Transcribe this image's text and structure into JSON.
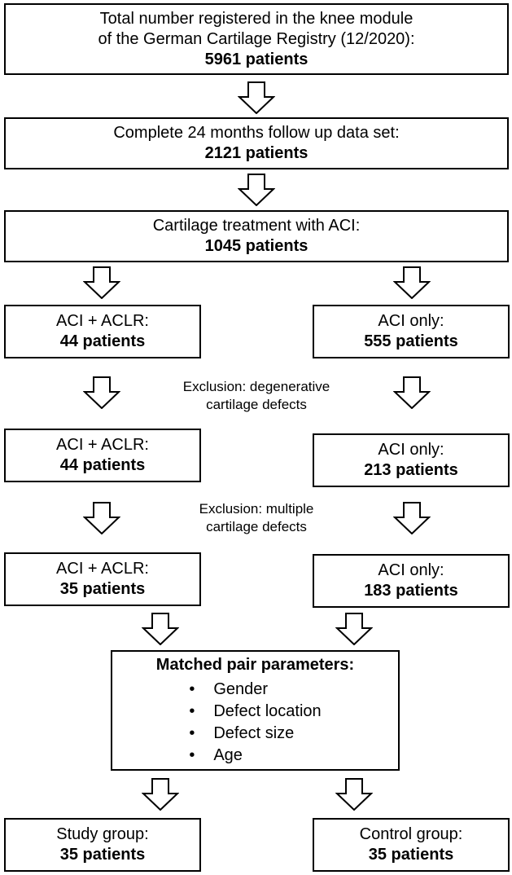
{
  "boxes": {
    "registry": {
      "line1": "Total number registered in the knee module",
      "line2": "of the German Cartilage Registry (12/2020):",
      "count": "5961 patients"
    },
    "followup": {
      "label": "Complete 24 months follow up data set:",
      "count": "2121 patients"
    },
    "aci": {
      "label": "Cartilage treatment with ACI:",
      "count": "1045 patients"
    },
    "aclr1": {
      "label": "ACI + ACLR:",
      "count": "44 patients"
    },
    "acionly1": {
      "label": "ACI only:",
      "count": "555 patients"
    },
    "aclr2": {
      "label": "ACI + ACLR:",
      "count": "44 patients"
    },
    "acionly2": {
      "label": "ACI only:",
      "count": "213 patients"
    },
    "aclr3": {
      "label": "ACI + ACLR:",
      "count": "35 patients"
    },
    "acionly3": {
      "label": "ACI only:",
      "count": "183 patients"
    },
    "matched": {
      "title": "Matched pair parameters:",
      "items": [
        "Gender",
        "Defect location",
        "Defect size",
        "Age"
      ]
    },
    "study": {
      "label": "Study group:",
      "count": "35 patients"
    },
    "control": {
      "label": "Control group:",
      "count": "35 patients"
    }
  },
  "exclusions": {
    "degenerative": {
      "line1": "Exclusion: degenerative",
      "line2": "cartilage defects"
    },
    "multiple": {
      "line1": "Exclusion: multiple",
      "line2": "cartilage defects"
    }
  }
}
